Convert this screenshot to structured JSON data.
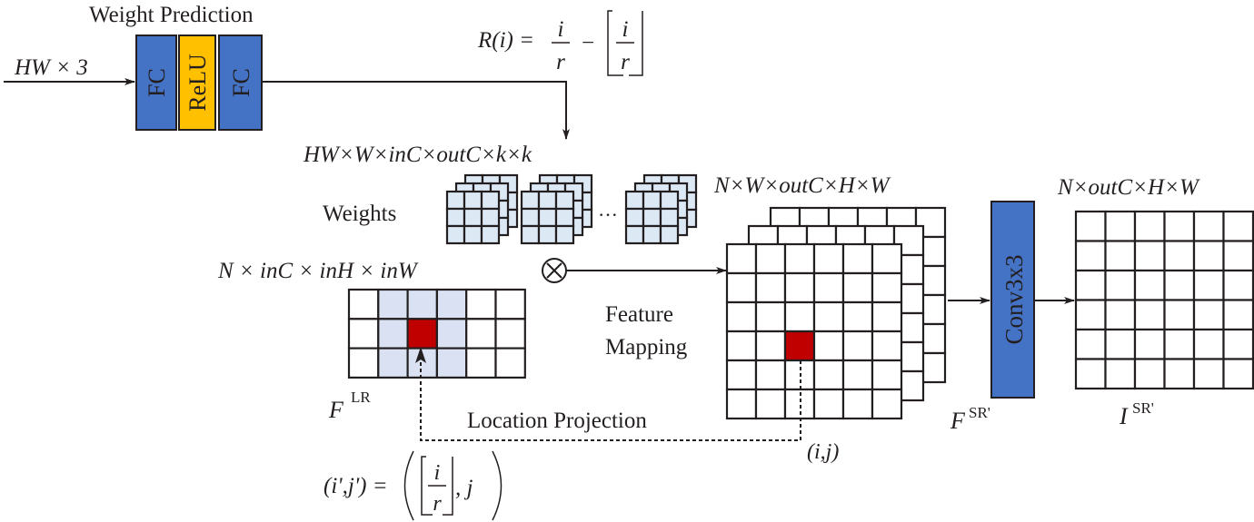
{
  "colors": {
    "fc_block": "#4472c4",
    "relu_block": "#ffc000",
    "conv_block": "#4472c4",
    "highlight_cell": "#c00000",
    "weight_cell": "#dde8f5",
    "kernel_window": "#d9e1f2",
    "line": "#231f20"
  },
  "weight_prediction": {
    "title": "Weight Prediction",
    "input_label": "HW × 3",
    "blocks": [
      "FC",
      "ReLU",
      "FC"
    ]
  },
  "formula_R": {
    "lhs": "R(i) =",
    "num": "i",
    "den": "r",
    "minus": "−",
    "floor_num": "i",
    "floor_den": "r"
  },
  "weights": {
    "shape_label": "HW×W×inC×outC×k×k",
    "label": "Weights",
    "ellipsis": "···"
  },
  "input_feature": {
    "shape_label": "N × inC × inH × inW",
    "name": "F",
    "superscript": "LR",
    "rows": 3,
    "cols": 6
  },
  "multiply_symbol": "⊗",
  "feature_mapping": {
    "line1": "Feature",
    "line2": "Mapping"
  },
  "output_feature": {
    "shape_label": "N×W×outC×H×W",
    "name": "F",
    "superscript": "SR'",
    "rows": 6,
    "cols": 6
  },
  "location_projection": {
    "label": "Location Projection",
    "target_label": "(i,j)",
    "formula_lhs": "(i',j') =",
    "formula_num": "i",
    "formula_den": "r",
    "formula_tail": ", j"
  },
  "conv": {
    "label": "Conv3x3"
  },
  "output_image": {
    "shape_label": "N×outC×H×W",
    "name": "I",
    "superscript": "SR'",
    "rows": 6,
    "cols": 6
  }
}
